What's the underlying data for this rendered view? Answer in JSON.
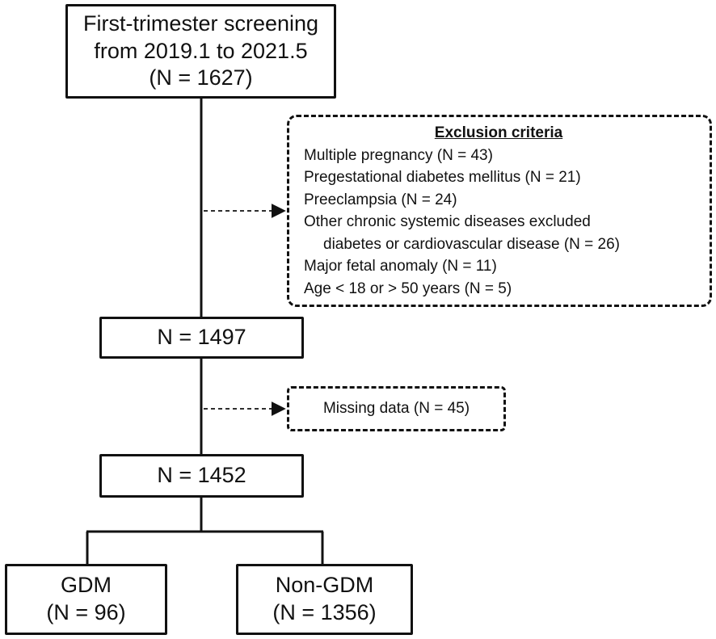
{
  "top_box": {
    "line1": "First-trimester screening",
    "line2": "from 2019.1 to 2021.5",
    "line3": "(N = 1627)"
  },
  "exclusion": {
    "title": "Exclusion criteria",
    "items": [
      "Multiple pregnancy (N = 43)",
      "Pregestational diabetes mellitus (N = 21)",
      "Preeclampsia (N = 24)",
      "Other chronic systemic diseases excluded",
      "diabetes or cardiovascular disease (N = 26)",
      "Major fetal anomaly (N = 11)",
      "Age < 18 or > 50 years (N = 5)"
    ]
  },
  "box_1497": {
    "label": "N = 1497"
  },
  "missing": {
    "label": "Missing data (N = 45)"
  },
  "box_1452": {
    "label": "N = 1452"
  },
  "gdm": {
    "line1": "GDM",
    "line2": "(N = 96)"
  },
  "non_gdm": {
    "line1": "Non-GDM",
    "line2": "(N = 1356)"
  }
}
